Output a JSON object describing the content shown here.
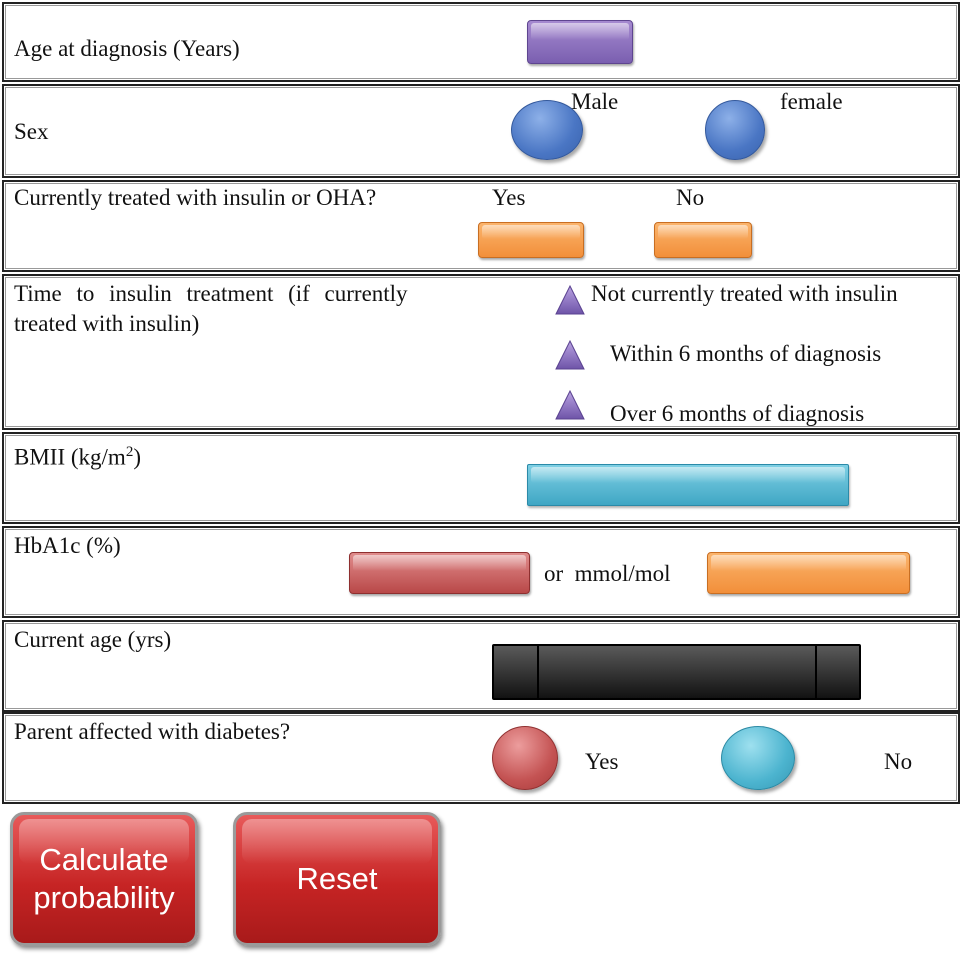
{
  "rows": {
    "age_at_diagnosis": {
      "label": "Age at diagnosis (Years)"
    },
    "sex": {
      "label": "Sex",
      "options": [
        "Male",
        "female"
      ]
    },
    "treated": {
      "label": "Currently treated with insulin or OHA?",
      "options": [
        "Yes",
        "No"
      ]
    },
    "time_to_insulin": {
      "label_line1": "Time to insulin treatment (if currently",
      "label_line2": "treated with insulin)",
      "options": [
        "Not currently treated with insulin",
        "Within 6 months of diagnosis",
        "Over 6 months of diagnosis"
      ]
    },
    "bmi": {
      "label": "BMII (kg/m",
      "label_sup": "2",
      "label_close": ")"
    },
    "hba1c": {
      "label": "HbA1c (%)",
      "unit_alt": "or  mmol/mol"
    },
    "current_age": {
      "label": "Current age (yrs)"
    },
    "parent": {
      "label": "Parent affected with diabetes?",
      "options": [
        "Yes",
        "No"
      ]
    }
  },
  "buttons": {
    "calculate_line1": "Calculate",
    "calculate_line2": "probability",
    "reset": "Reset"
  },
  "colors": {
    "purple": "#8a6fc0",
    "orange": "#f5a04e",
    "teal": "#4bb2cf",
    "red": "#c45353",
    "blue": "#4a76c4",
    "button_red": "#c62424"
  }
}
